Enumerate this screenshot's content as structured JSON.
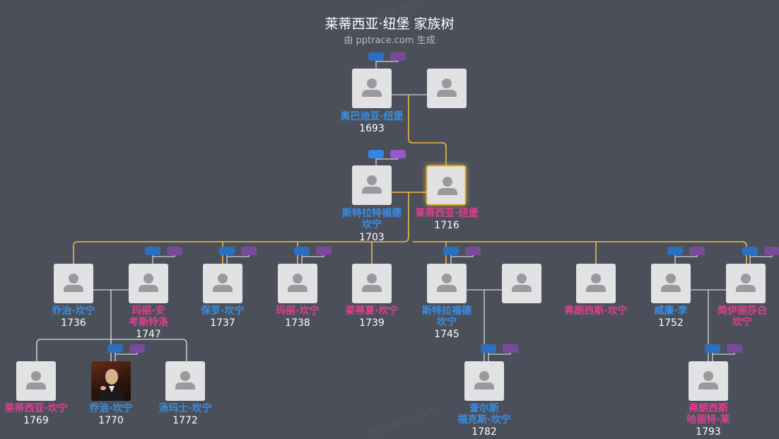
{
  "header": {
    "title": "莱蒂西亚·纽堡 家族树",
    "subtitle": "由 pptrace.com 生成"
  },
  "colors": {
    "background": "#4a4f59",
    "male": "#3a8ee6",
    "female": "#e0408e",
    "line_highlight": "#f0b84a",
    "line_normal": "#cfd3d9",
    "selected_border": "#f0c35a"
  },
  "people": {
    "obadiah": {
      "name": "奥巴迪亚·纽堡",
      "year": "1693"
    },
    "stratford": {
      "name": "斯特拉特福德\n坎宁",
      "year": "1703"
    },
    "letitia": {
      "name": "莱蒂西亚·纽堡",
      "year": "1716"
    },
    "george1736": {
      "name": "乔治·坎宁",
      "year": "1736"
    },
    "mary1747": {
      "name": "玛丽·安\n考斯特洛",
      "year": "1747"
    },
    "paul": {
      "name": "保罗·坎宁",
      "year": "1737"
    },
    "mary1738": {
      "name": "玛丽·坎宁",
      "year": "1738"
    },
    "lettice1739": {
      "name": "莱蒂夏·坎宁",
      "year": "1739"
    },
    "stratford1745": {
      "name": "斯特拉福德\n坎宁",
      "year": "1745"
    },
    "francis": {
      "name": "弗朗西斯·坎宁",
      "year": ""
    },
    "william": {
      "name": "威廉·李",
      "year": "1752"
    },
    "jane": {
      "name": "简伊丽莎白\n坎宁",
      "year": ""
    },
    "letitia1769": {
      "name": "莱蒂西亚·坎宁",
      "year": "1769"
    },
    "george1770": {
      "name": "乔治·坎宁",
      "year": "1770"
    },
    "thomas": {
      "name": "汤玛士·坎宁",
      "year": "1772"
    },
    "charles": {
      "name": "查尔斯\n福克斯·坎宁",
      "year": "1782"
    },
    "frances": {
      "name": "弗朗西斯\n哈丽特·莱",
      "year": "1793"
    }
  },
  "watermark": "pptrace.com"
}
